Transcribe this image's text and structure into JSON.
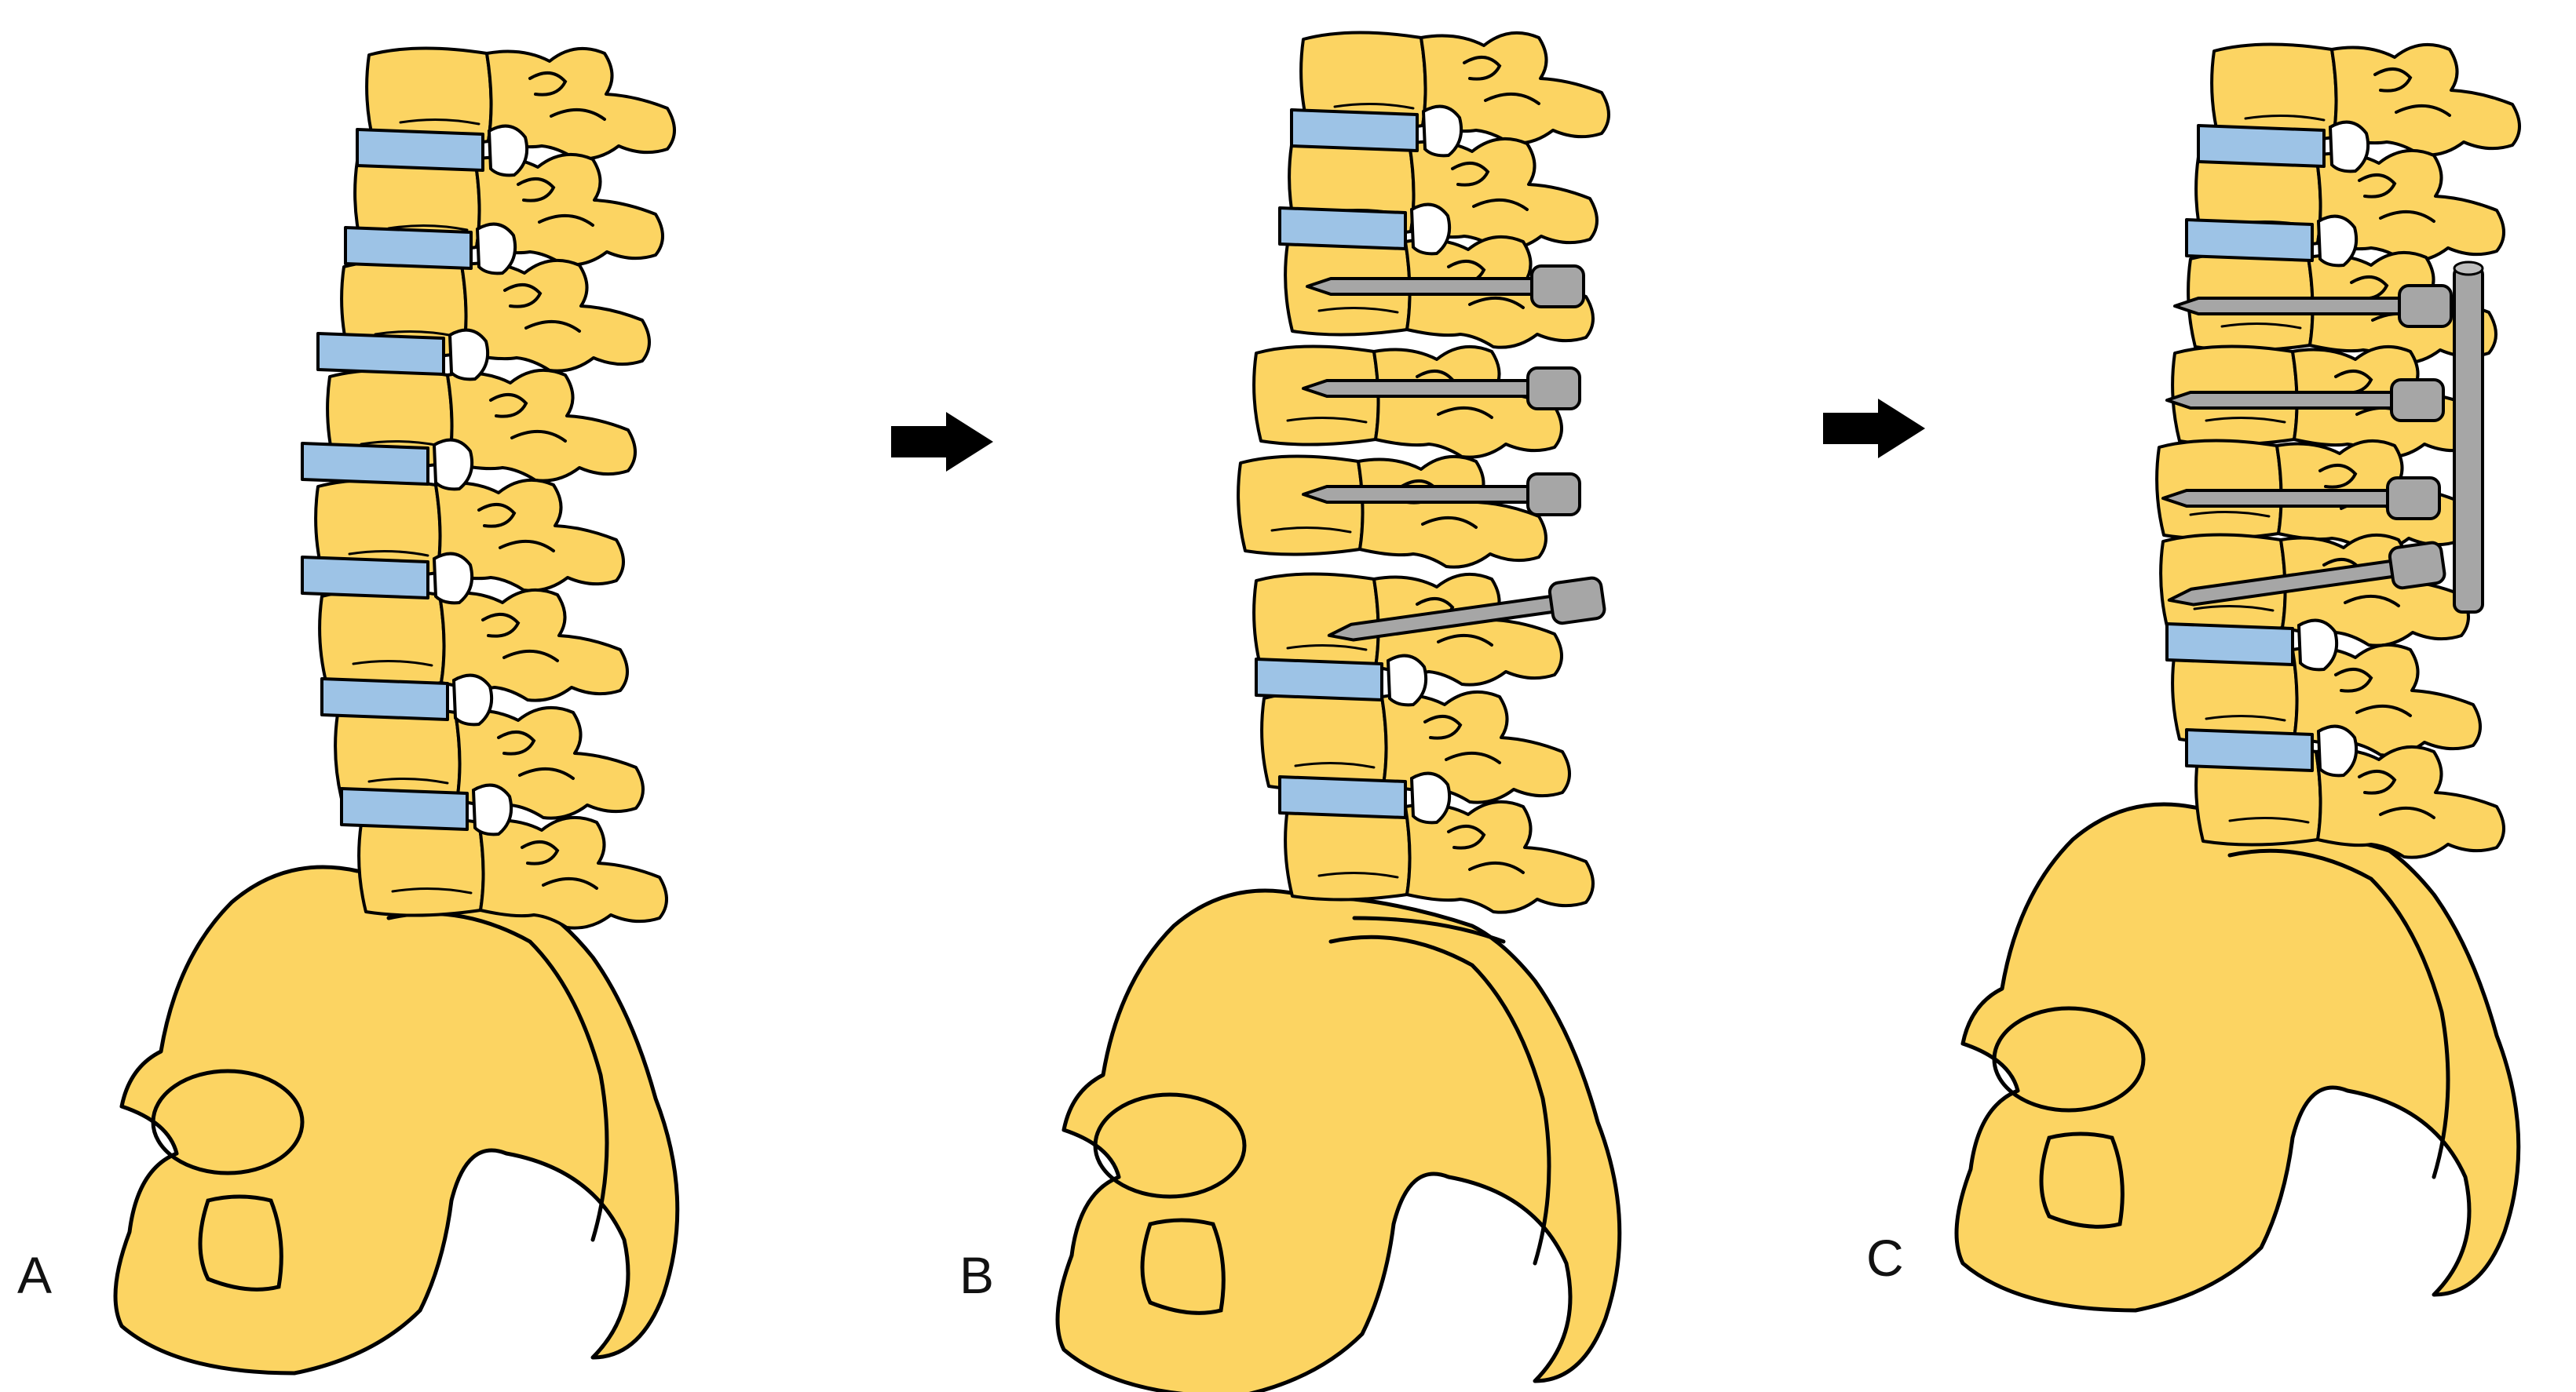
{
  "panels": [
    {
      "id": "A",
      "label": "A"
    },
    {
      "id": "B",
      "label": "B"
    },
    {
      "id": "C",
      "label": "C"
    }
  ],
  "colors": {
    "bone": "#fcd462",
    "disc": "#9dc3e6",
    "implant": "#a6a6a6",
    "outline": "#000000",
    "arrow": "#000000"
  },
  "icons": {
    "arrow_1": "right-arrow-icon",
    "arrow_2": "right-arrow-icon"
  }
}
